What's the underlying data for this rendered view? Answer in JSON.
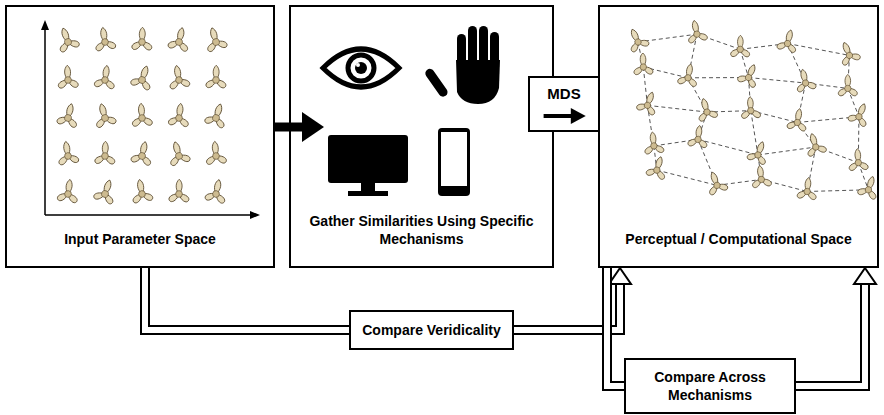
{
  "diagram": {
    "nodes": [
      {
        "text": [
          "Input Parameter Space"
        ]
      },
      {
        "text": [
          "Gather Similarities Using Specific Mechanisms"
        ]
      },
      {
        "text": [
          "MDS"
        ]
      },
      {
        "text": [
          "Perceptual / Computational Space"
        ]
      },
      {
        "text": [
          "Compare Veridicality"
        ]
      },
      {
        "text": [
          "Compare Across Mechanisms"
        ]
      }
    ],
    "edges": [
      {
        "from": 0,
        "to": 1,
        "arrow": "to"
      },
      {
        "from": 0,
        "to": 4,
        "arrow": "none"
      },
      {
        "from": 4,
        "to": 3,
        "arrow": "to"
      },
      {
        "from": 3,
        "to": 5,
        "arrow": "none"
      },
      {
        "from": 5,
        "to": 3,
        "arrow": "to"
      }
    ]
  }
}
